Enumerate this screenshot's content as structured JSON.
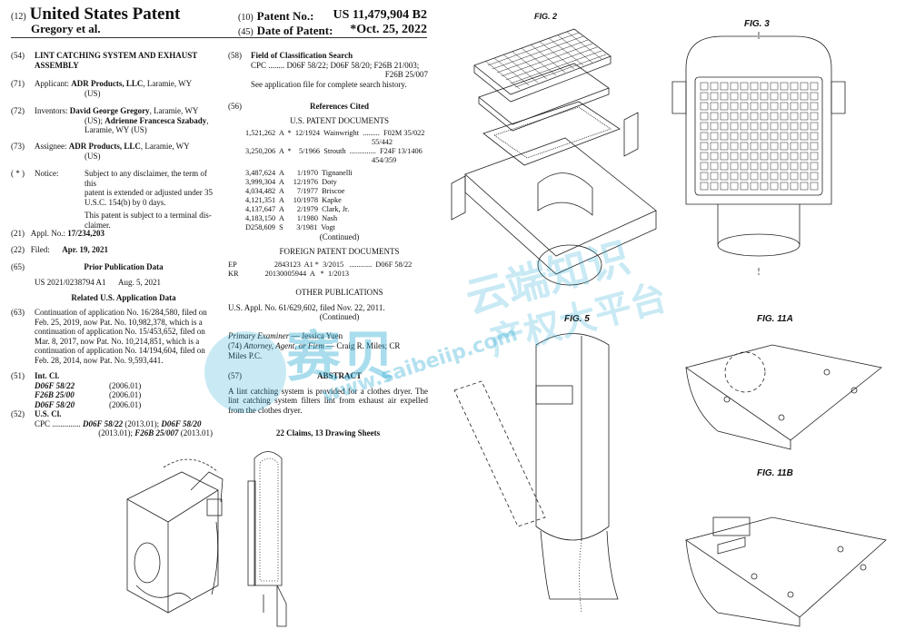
{
  "header": {
    "code12": "(12)",
    "title": "United States Patent",
    "authors": "Gregory et al.",
    "code10": "(10)",
    "patent_no_label": "Patent No.:",
    "patent_no": "US 11,479,904 B2",
    "code45": "(45)",
    "date_label": "Date of Patent:",
    "date": "*Oct. 25, 2022"
  },
  "left": {
    "title": {
      "code": "(54)",
      "line1": "LINT CATCHING SYSTEM AND EXHAUST",
      "line2": "ASSEMBLY"
    },
    "applicant": {
      "code": "(71)",
      "label": "Applicant:",
      "name": "ADR Products, LLC",
      "rest": ", Laramie, WY",
      "line2": "(US)"
    },
    "inventors": {
      "code": "(72)",
      "label": "Inventors:",
      "name1": "David George Gregory",
      "rest1": ", Laramie, WY",
      "line2a": "(US); ",
      "name2": "Adrienne Francesca Szabady",
      "line2b": ",",
      "line3": "Laramie, WY (US)"
    },
    "assignee": {
      "code": "(73)",
      "label": "Assignee:",
      "name": "ADR Products, LLC",
      "rest": ", Laramie, WY",
      "line2": "(US)"
    },
    "notice": {
      "code": "( * )",
      "label": "Notice:",
      "lines": [
        "Subject to any disclaimer, the term of this",
        "patent is extended or adjusted under 35",
        "U.S.C. 154(b) by 0 days."
      ],
      "lines2": [
        "This patent is subject to a terminal dis-",
        "claimer."
      ]
    },
    "appl": {
      "code": "(21)",
      "label": "Appl. No.:",
      "value": "17/234,203"
    },
    "filed": {
      "code": "(22)",
      "label": "Filed:",
      "value": "Apr. 19, 2021"
    },
    "prior": {
      "code": "(65)",
      "heading": "Prior Publication Data",
      "pub": "US 2021/0238794 A1",
      "date": "Aug. 5, 2021"
    },
    "related": {
      "heading": "Related U.S. Application Data",
      "code": "(63)",
      "lines": [
        "Continuation of application No. 16/284,580, filed on",
        "Feb. 25, 2019, now Pat. No. 10,982,378, which is a",
        "continuation of application No. 15/453,652, filed on",
        "Mar. 8, 2017, now Pat. No. 10,214,851, which is a",
        "continuation of application No. 14/194,604, filed on",
        "Feb. 28, 2014, now Pat. No. 9,593,441."
      ]
    },
    "intcl": {
      "code": "(51)",
      "label": "Int. Cl.",
      "items": [
        {
          "cls": "D06F 58/22",
          "ver": "(2006.01)"
        },
        {
          "cls": "F26B 25/00",
          "ver": "(2006.01)"
        },
        {
          "cls": "D06F 58/20",
          "ver": "(2006.01)"
        }
      ]
    },
    "uscl": {
      "code": "(52)",
      "label": "U.S. Cl.",
      "cpc": "CPC ..............",
      "c1": "D06F 58/22",
      "v1": " (2013.01); ",
      "c2": "D06F 58/20",
      "v2": "(2013.01); ",
      "c3": "F26B 25/007",
      "v3": " (2013.01)"
    }
  },
  "right": {
    "field": {
      "code": "(58)",
      "heading": "Field of Classification Search",
      "line1": "CPC ........ D06F 58/22; D06F 58/20; F26B 21/003;",
      "line2": "F26B 25/007",
      "line3": "See application file for complete search history."
    },
    "refs": {
      "code": "(56)",
      "heading": "References Cited",
      "us_heading": "U.S. PATENT DOCUMENTS",
      "us": [
        "1,521,262  A  *  12/1924  Wainwright  .........  F02M 35/022",
        "                                                                   55/442",
        "3,250,206  A  *    5/1966  Strouth  ..............  F24F 13/1406",
        "                                                                   454/359",
        "",
        "3,487,624  A       1/1970  Tignanelli",
        "3,999,304  A     12/1976  Doty",
        "4,034,482  A       7/1977  Briscoe",
        "4,121,351  A     10/1978  Kapke",
        "4,137,647  A       2/1979  Clark, Jr.",
        "4,183,150  A       1/1980  Nash",
        "D258,609  S       3/1981  Vogt"
      ],
      "continued": "(Continued)",
      "foreign_heading": "FOREIGN PATENT DOCUMENTS",
      "foreign": [
        "EP                    2843123  A1 *  3/2015   ............  D06F 58/22",
        "KR              20130005944  A   *  1/2013"
      ],
      "other_heading": "OTHER PUBLICATIONS",
      "other": "U.S. Appl. No. 61/629,602, filed Nov. 22, 2011.",
      "continued2": "(Continued)"
    },
    "examiner_label": "Primary Examiner",
    "examiner": " — Jessica Yuen",
    "attorney_code": "(74)",
    "attorney_label": "Attorney, Agent, or Firm",
    "attorney": " — Craig R. Miles; CR",
    "attorney2": "Miles P.C.",
    "abstract": {
      "code": "(57)",
      "heading": "ABSTRACT",
      "lines": [
        "A lint catching system is provided for a clothes dryer. The",
        "lint catching system filters lint from exhaust air expelled",
        "from the clothes dryer."
      ]
    },
    "claims": "22 Claims, 13 Drawing Sheets"
  },
  "figures": {
    "fig2": "FIG. 2",
    "fig3": "FIG. 3",
    "fig5": "FIG. 5",
    "fig11a": "FIG. 11A",
    "fig11b": "FIG. 11B"
  },
  "watermark": {
    "cn1": "云端知识",
    "cn2": "产权大平台",
    "brand": "赛贝",
    "url": "www.saibeiip.com"
  }
}
